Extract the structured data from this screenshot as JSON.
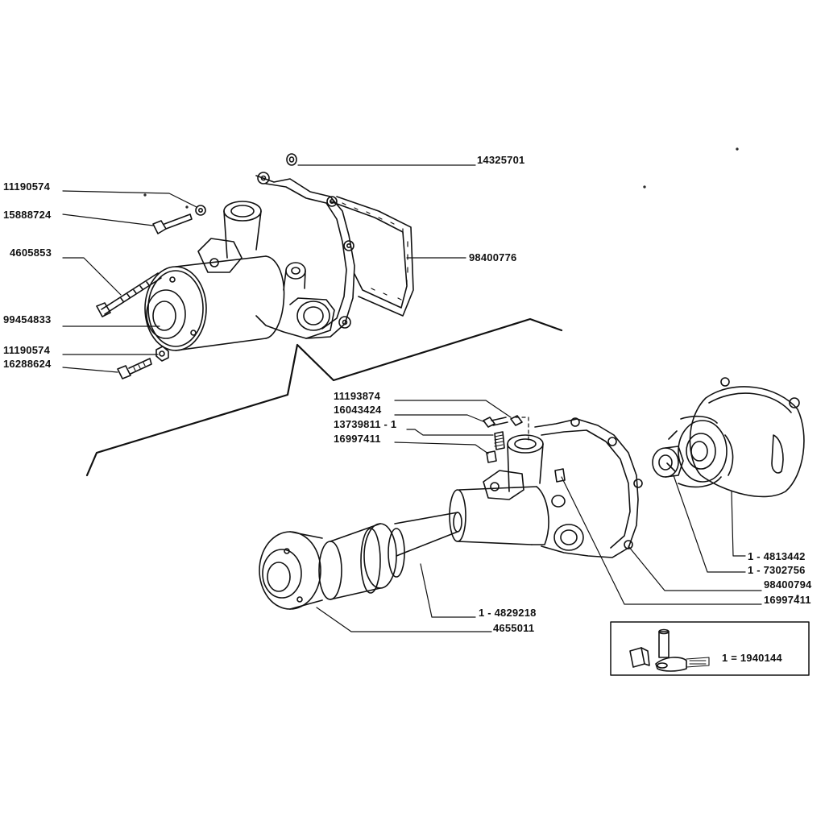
{
  "labels": {
    "p14325701": "14325701",
    "p11190574_a": "11190574",
    "p15888724": "15888724",
    "p4605853": "4605853",
    "p99454833": "99454833",
    "p11190574_b": "11190574",
    "p16288624": "16288624",
    "p98400776": "98400776",
    "p11193874": "11193874",
    "p16043424": "16043424",
    "p13739811": "13739811 - 1",
    "p16997411_a": "16997411",
    "p4813442": "1 - 4813442",
    "p7302756": "1 - 7302756",
    "p98400794": "98400794",
    "p16997411_b": "16997411",
    "p4829218": "1 - 4829218",
    "p4655011": "4655011"
  },
  "kit": {
    "label": "1 = 1940144"
  }
}
